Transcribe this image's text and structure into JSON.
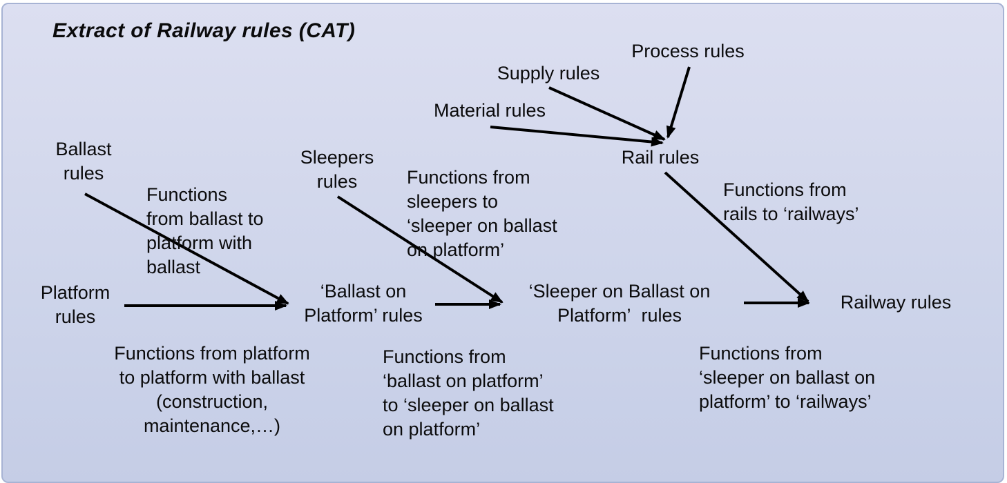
{
  "title": "Extract of Railway rules (CAT)",
  "colors": {
    "panel_gradient_top": "#dcdff1",
    "panel_gradient_bottom": "#c5cde6",
    "panel_border": "#a7b3d4",
    "text": "#0b0b0c",
    "arrow": "#000000"
  },
  "nodes": {
    "ballast": {
      "label": "Ballast\nrules"
    },
    "platform": {
      "label": "Platform\nrules"
    },
    "sleepers": {
      "label": "Sleepers\nrules"
    },
    "ballast_on_platform": {
      "label": "‘Ballast on\nPlatform’ rules"
    },
    "sleeper_on_ballast_on_platform": {
      "label": "‘Sleeper on Ballast on\nPlatform’  rules"
    },
    "railway": {
      "label": "Railway rules"
    },
    "rail": {
      "label": "Rail rules"
    },
    "process": {
      "label": "Process rules"
    },
    "supply": {
      "label": "Supply rules"
    },
    "material": {
      "label": "Material rules"
    }
  },
  "edge_labels": {
    "fn_ballast": {
      "text": "Functions\nfrom ballast to\nplatform with\nballast"
    },
    "fn_platform": {
      "text": "Functions from platform\nto platform with ballast\n(construction,\nmaintenance,…)"
    },
    "fn_sleepers": {
      "text": "Functions from\nsleepers to\n‘sleeper on ballast\non platform’"
    },
    "fn_ballast_on_platform": {
      "text": "Functions from\n‘ballast on platform’\nto ‘sleeper on ballast\non platform’"
    },
    "fn_rails": {
      "text": "Functions from\nrails to ‘railways’"
    },
    "fn_sleeper_on_ballast": {
      "text": "Functions from\n‘sleeper on ballast on\nplatform’ to ‘railways’"
    }
  }
}
